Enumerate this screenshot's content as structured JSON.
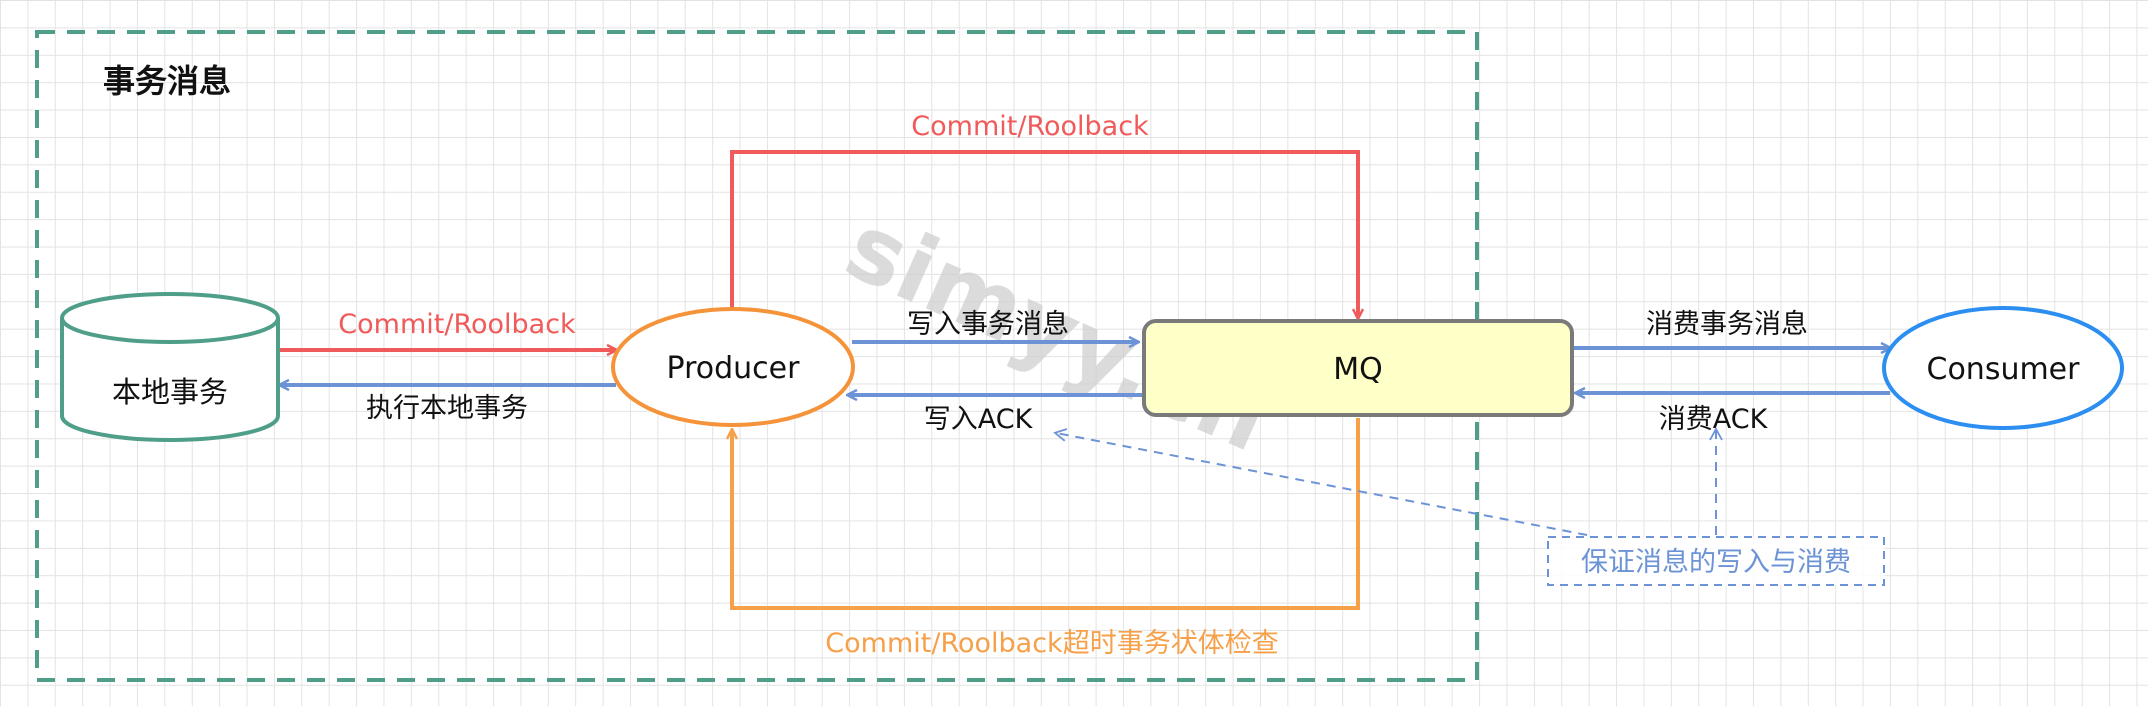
{
  "title": "事务消息",
  "nodes": {
    "db": "本地事务",
    "producer": "Producer",
    "mq": "MQ",
    "consumer": "Consumer"
  },
  "edges": {
    "db_to_producer": "Commit/Roolback",
    "producer_to_db": "执行本地事务",
    "producer_to_mq_commit": "Commit/Roolback",
    "producer_to_mq_write": "写入事务消息",
    "mq_to_producer_ack": "写入ACK",
    "mq_to_consumer": "消费事务消息",
    "consumer_to_mq_ack": "消费ACK",
    "mq_to_producer_check": "Commit/Roolback超时事务状体检查"
  },
  "note": "保证消息的写入与消费",
  "watermark": "simyy.cn",
  "colors": {
    "red": "#f05a5a",
    "blue": "#6b93d6",
    "orange": "#f7a04a",
    "producer_stroke": "#f5933a",
    "mq_fill": "#ffffc8",
    "mq_stroke": "#7a7a7a",
    "db_stroke": "#4f9e8a",
    "consumer_stroke": "#2b8ef0",
    "frame": "#4f9e8a",
    "note": "#6b93d6"
  }
}
